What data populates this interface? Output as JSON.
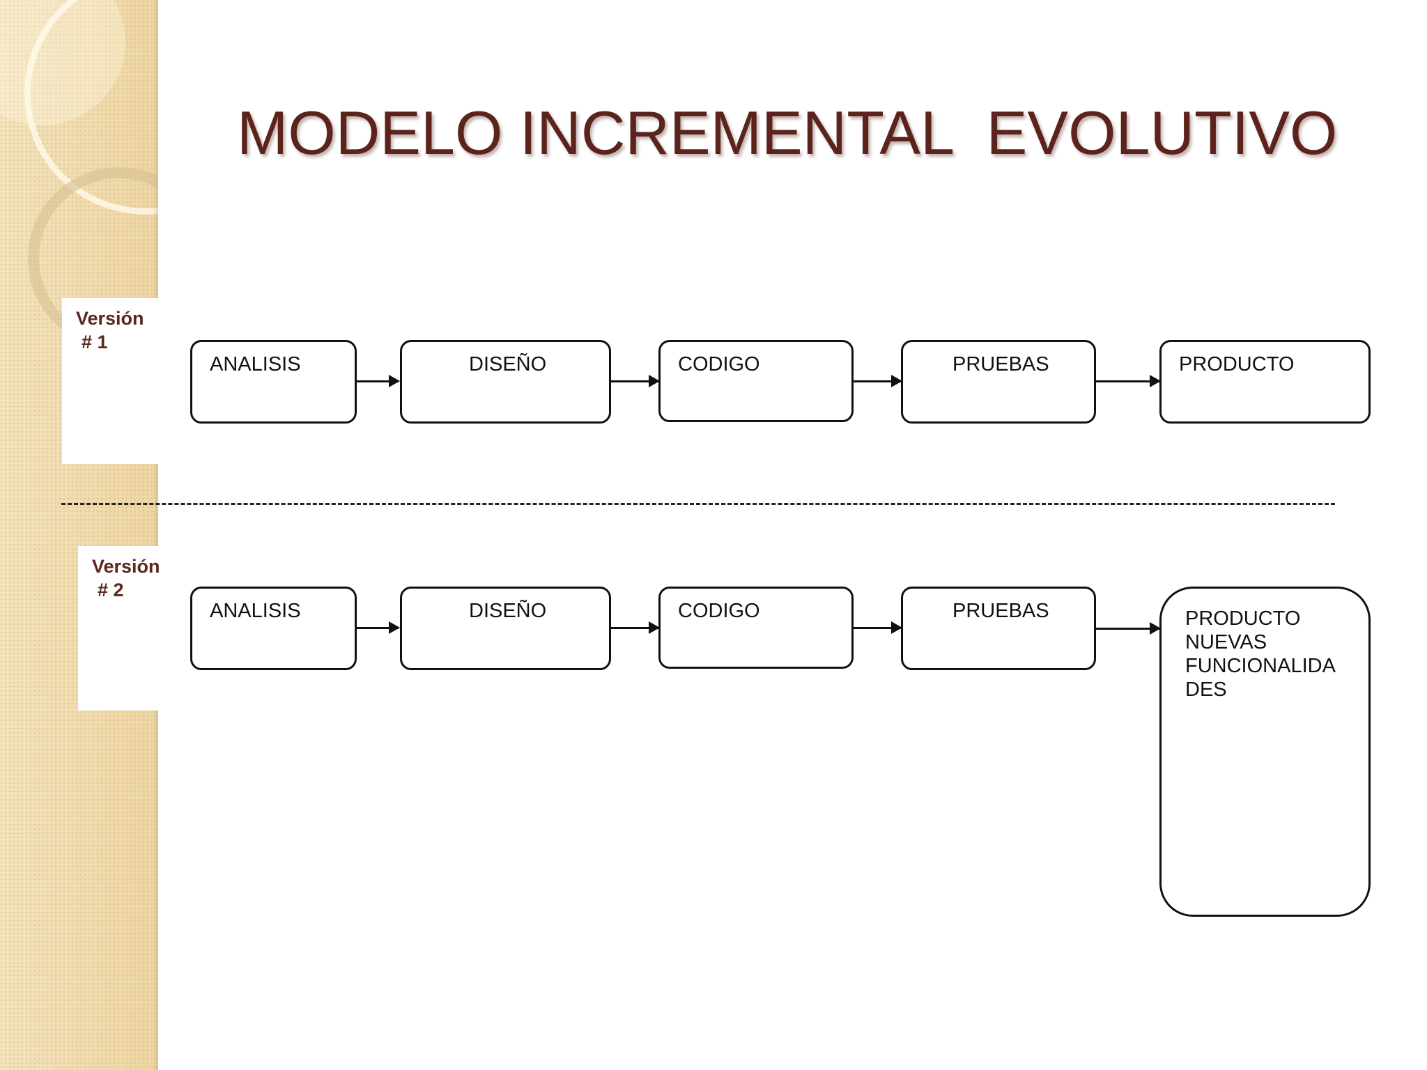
{
  "title": "MODELO INCREMENTAL  EVOLUTIVO",
  "versions": [
    {
      "label": "Versión",
      "number": "# 1",
      "steps": [
        "ANALISIS",
        "DISEÑO",
        "CODIGO",
        "PRUEBAS",
        "PRODUCTO"
      ]
    },
    {
      "label": "Versión",
      "number": "# 2",
      "steps": [
        "ANALISIS",
        "DISEÑO",
        "CODIGO",
        "PRUEBAS"
      ],
      "final": "PRODUCTO\nNUEVAS\nFUNCIONALIDA\nDES"
    }
  ],
  "colors": {
    "title": "#5b231c",
    "sidebar": "#f1ddb0",
    "label": "#5a2820"
  }
}
